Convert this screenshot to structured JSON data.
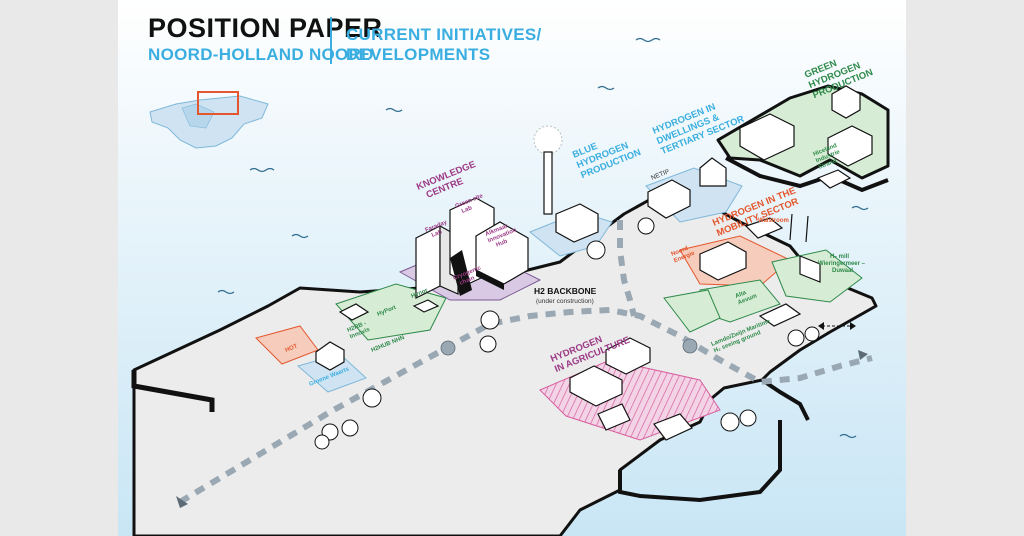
{
  "header": {
    "title": "POSITION PAPER",
    "subtitle": "NOORD-HOLLAND NOORD",
    "section_line1": "CURRENT INITIATIVES/",
    "section_line2": "DEVELOPMENTS"
  },
  "zones": {
    "knowledge": [
      "KNOWLEDGE",
      "CENTRE"
    ],
    "blue": [
      "BLUE",
      "HYDROGEN",
      "PRODUCTION"
    ],
    "dwellings": [
      "HYDROGEN IN",
      "DWELLINGS &",
      "TERTIARY SECTOR"
    ],
    "green": [
      "GREEN",
      "HYDROGEN",
      "PRODUCTION"
    ],
    "mobility": [
      "HYDROGEN IN THE",
      "MOBILITY SECTOR"
    ],
    "agriculture": [
      "HYDROGEN",
      "IN AGRICULTURE"
    ],
    "backbone": "H2 BACKBONE",
    "backbone_note": "(under construction)"
  },
  "sites": {
    "faraday": [
      "Faraday",
      "Lab"
    ],
    "greensite": [
      "Green site",
      "Lab"
    ],
    "alkmaar": [
      "Alkmaar",
      "Innovation",
      "Hub"
    ],
    "cryogenic": [
      "Cryogenic",
      "chain"
    ],
    "hyport": "HyPort",
    "h2hub": "H2HUB",
    "h2hub_nhn": "H2HUB NHN",
    "hynor": "Hynor",
    "h2rb": [
      "H2RB -",
      "Innovis"
    ],
    "hot": "HOT",
    "groene": "Groene Waarts",
    "netip": "NETIP",
    "waalstroom": "Walstroom",
    "wieringermeer": [
      "H₂ mill",
      "Wieringermeer –",
      "Duwaal"
    ],
    "noord_energie": [
      "Noord",
      "Energie"
    ],
    "alta": [
      "Alta",
      "Aevum"
    ],
    "lamdo": [
      "Lamdo/Zwijn Maritime",
      "H₂ seeing ground"
    ],
    "hiceland": [
      "Hiceland",
      "Industrie",
      "Strand"
    ]
  },
  "colors": {
    "water": "#cfe9f6",
    "land": "#ececec",
    "edge": "#111111",
    "green_zone": "#d6ecd4",
    "pink_zone": "#f3d3e6",
    "purple_zone": "#d9c9e4",
    "blue_zone": "#cfe3f3",
    "orange_zone": "#f6cdbd",
    "accent_blue": "#3aaee0",
    "accent_purple": "#9c3a86",
    "accent_green": "#2e8a4a",
    "accent_orange": "#e4572e"
  }
}
